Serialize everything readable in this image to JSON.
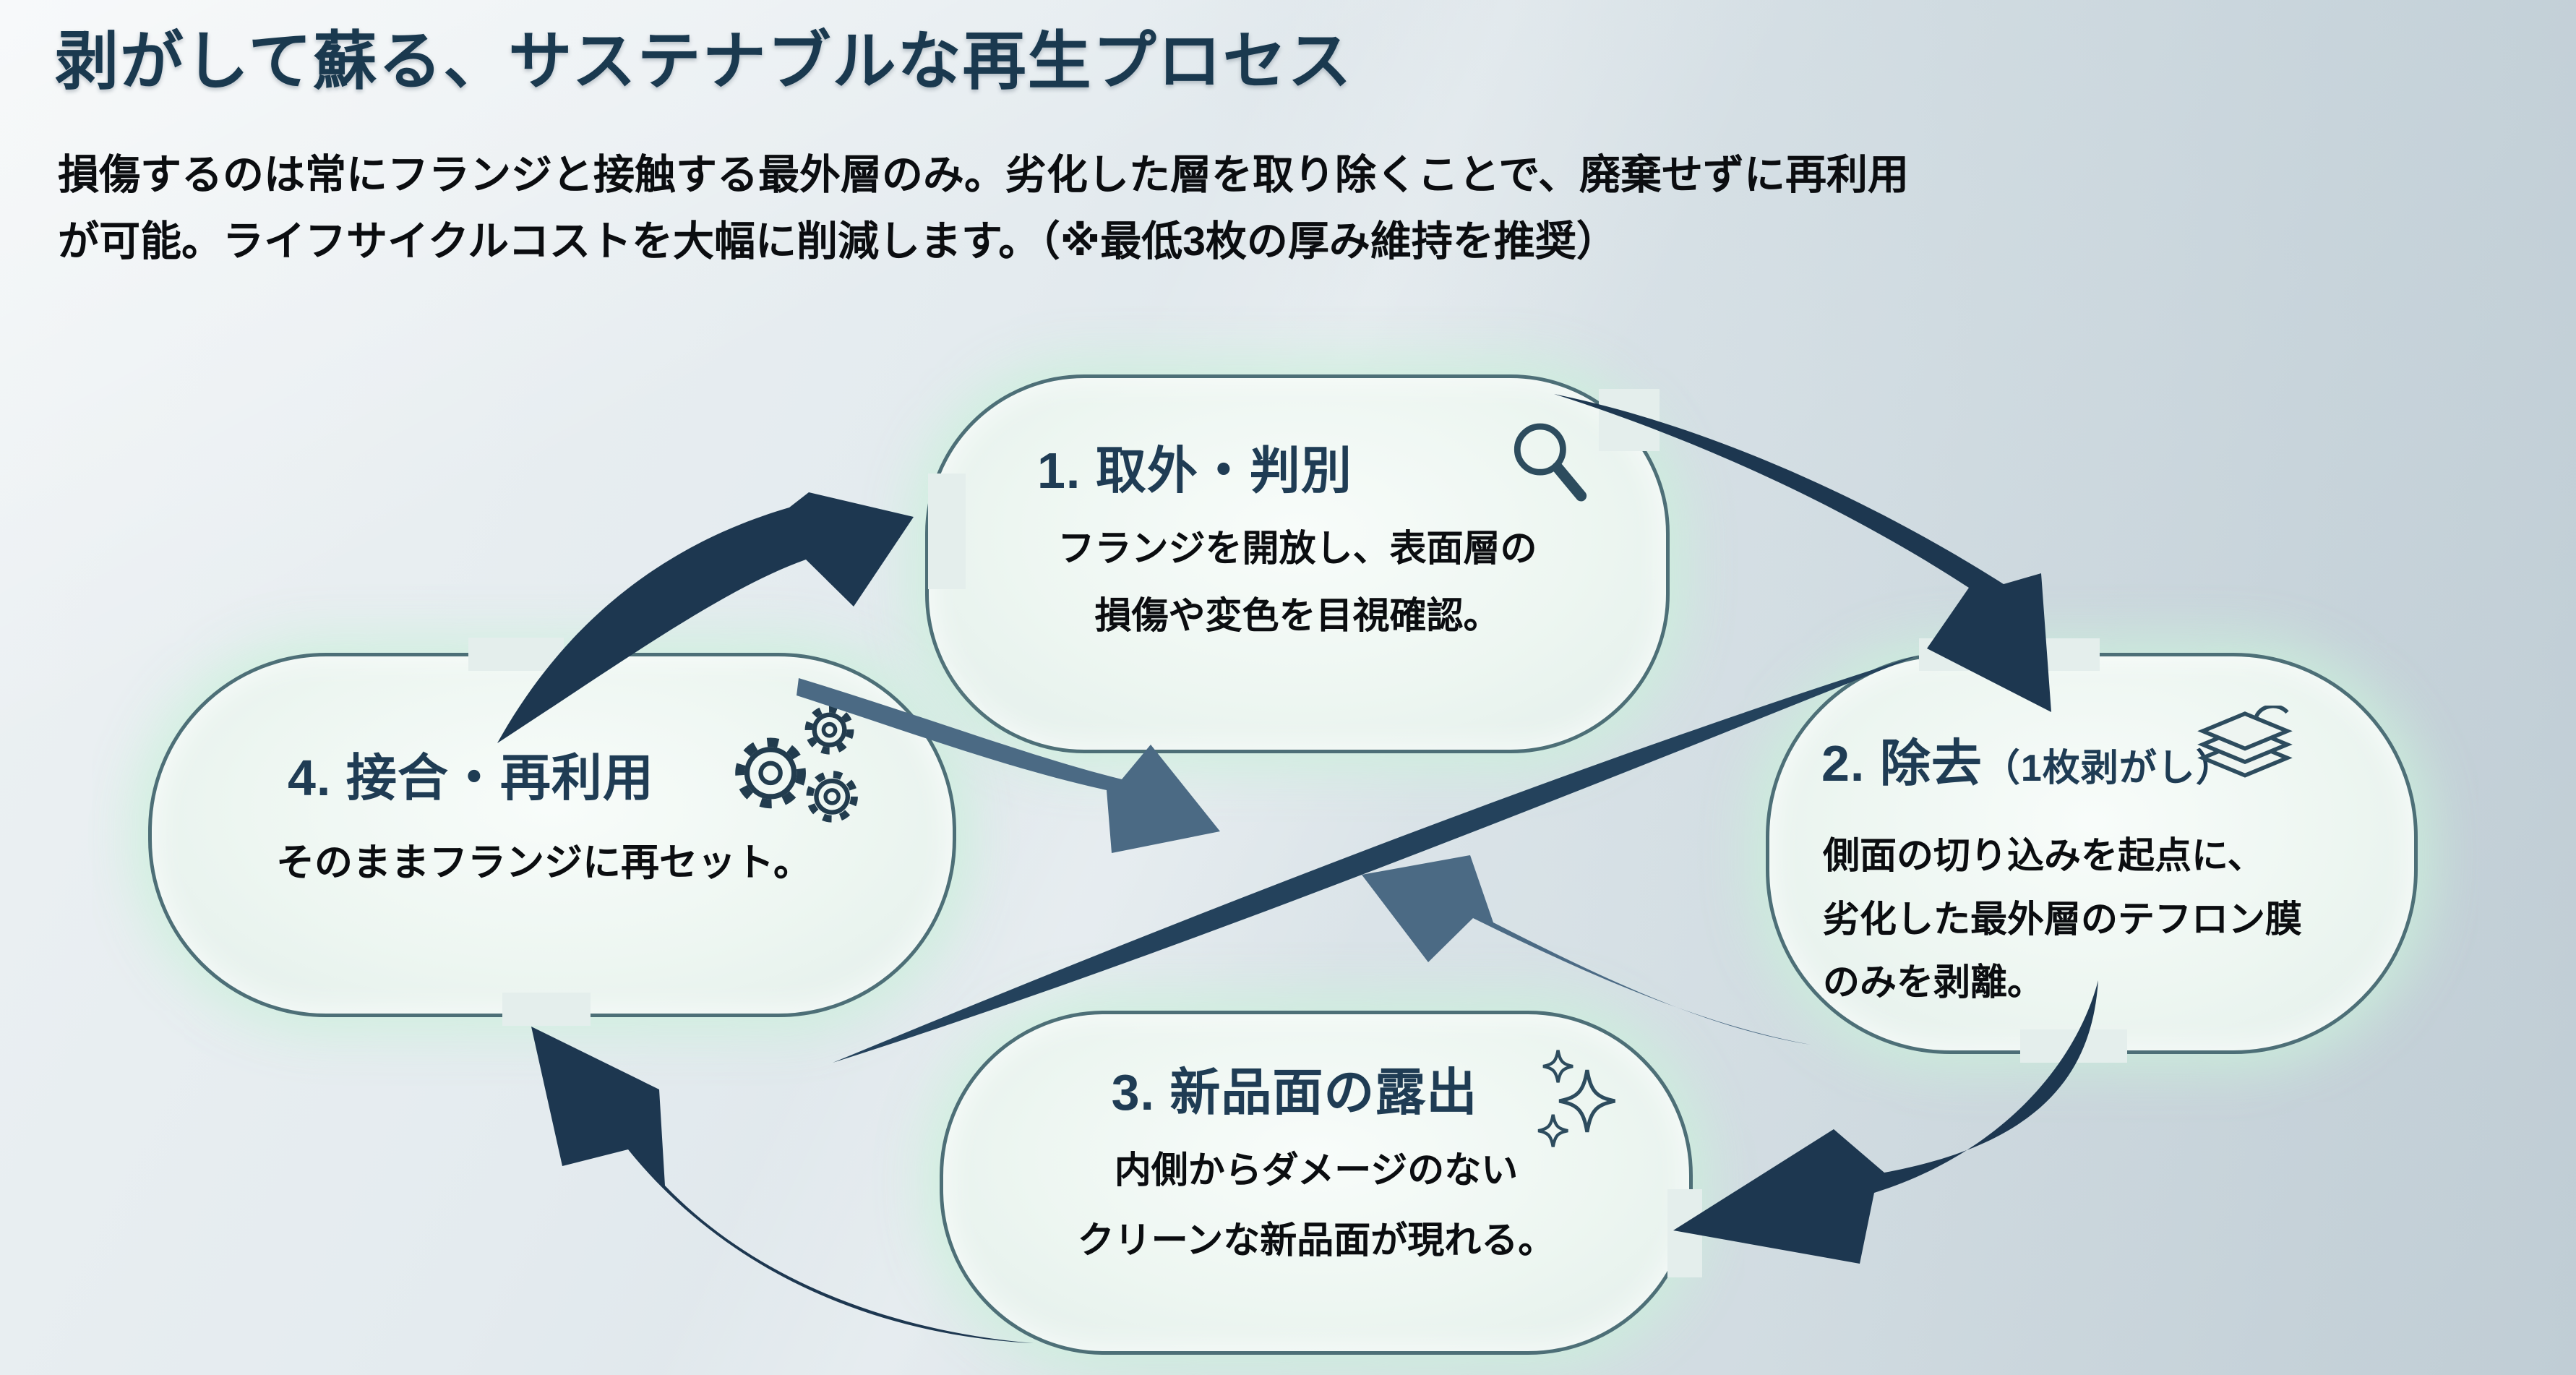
{
  "header": {
    "title": "剥がして蘇る、サステナブルな再生プロセス",
    "subtitle_line1": "損傷するのは常にフランジと接触する最外層のみ。劣化した層を取り除くことで、廃棄せずに再利用",
    "subtitle_line2": "が可能。ライフサイクルコストを大幅に削減します。（※最低3枚の厚み維持を推奨）"
  },
  "diagram": {
    "steps": [
      {
        "number_label": "1. 取外・判別",
        "icon": "magnifier-icon",
        "desc_line1": "フランジを開放し、表面層の",
        "desc_line2": "損傷や変色を目視確認。"
      },
      {
        "number_label": "2. 除去",
        "label_suffix": "（1枚剥がし）",
        "icon": "layers-icon",
        "desc_line1": "側面の切り込みを起点に、",
        "desc_line2": "劣化した最外層のテフロン膜",
        "desc_line3": "のみを剥離。"
      },
      {
        "number_label": "3. 新品面の露出",
        "icon": "sparkles-icon",
        "desc_line1": "内側からダメージのない",
        "desc_line2": "クリーンな新品面が現れる。"
      },
      {
        "number_label": "4. 接合・再利用",
        "icon": "gears-icon",
        "desc_line1": "そのままフランジに再セット。"
      }
    ]
  },
  "colors": {
    "title_navy": "#1a394f",
    "body_text": "#0b0d10",
    "box_border_teal": "#4d6f77",
    "outer_arrow_navy": "#1d3750",
    "center_arrow_blue": "#4b6a84",
    "diagonal_ribbon": "#24425c",
    "box_glow_mint": "#caf0db"
  }
}
